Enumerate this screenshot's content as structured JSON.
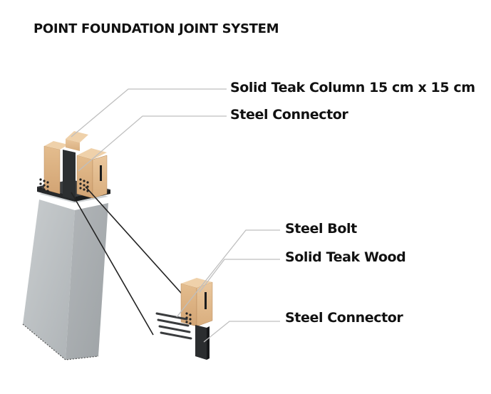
{
  "title": "POINT FOUNDATION JOINT SYSTEM",
  "labels": {
    "column": "Solid Teak Column 15 cm x 15 cm",
    "connector_top": "Steel Connector",
    "bolt": "Steel Bolt",
    "teak_wood": "Solid Teak Wood",
    "connector_detail": "Steel Connector"
  },
  "colors": {
    "concrete": "#b9bdbf",
    "teak": "#dcb283",
    "steel": "#2f3133"
  }
}
